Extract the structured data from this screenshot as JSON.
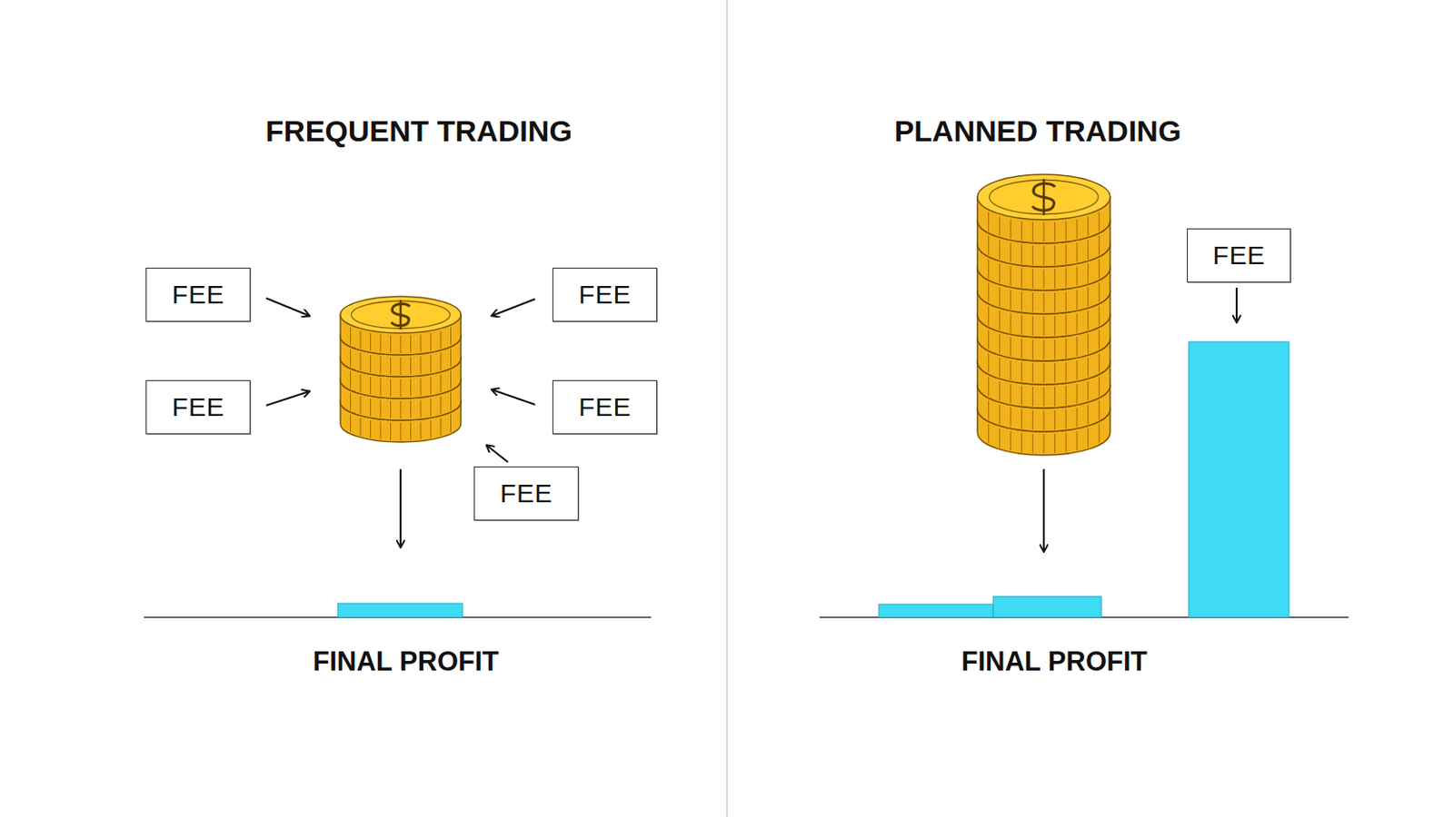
{
  "diagram": {
    "nodes": [
      {
        "text": [
          "FEE"
        ]
      },
      {
        "text": [
          "FEE"
        ]
      },
      {
        "text": [
          "FEE"
        ]
      },
      {
        "text": [
          "FEE"
        ]
      },
      {
        "text": [
          "FEE"
        ]
      },
      {
        "text": [
          "FEE"
        ]
      }
    ],
    "labels": [
      "FREQUENT TRADING",
      "PLANNED TRADING",
      "FINAL PROFIT",
      "FINAL PROFIT"
    ]
  }
}
